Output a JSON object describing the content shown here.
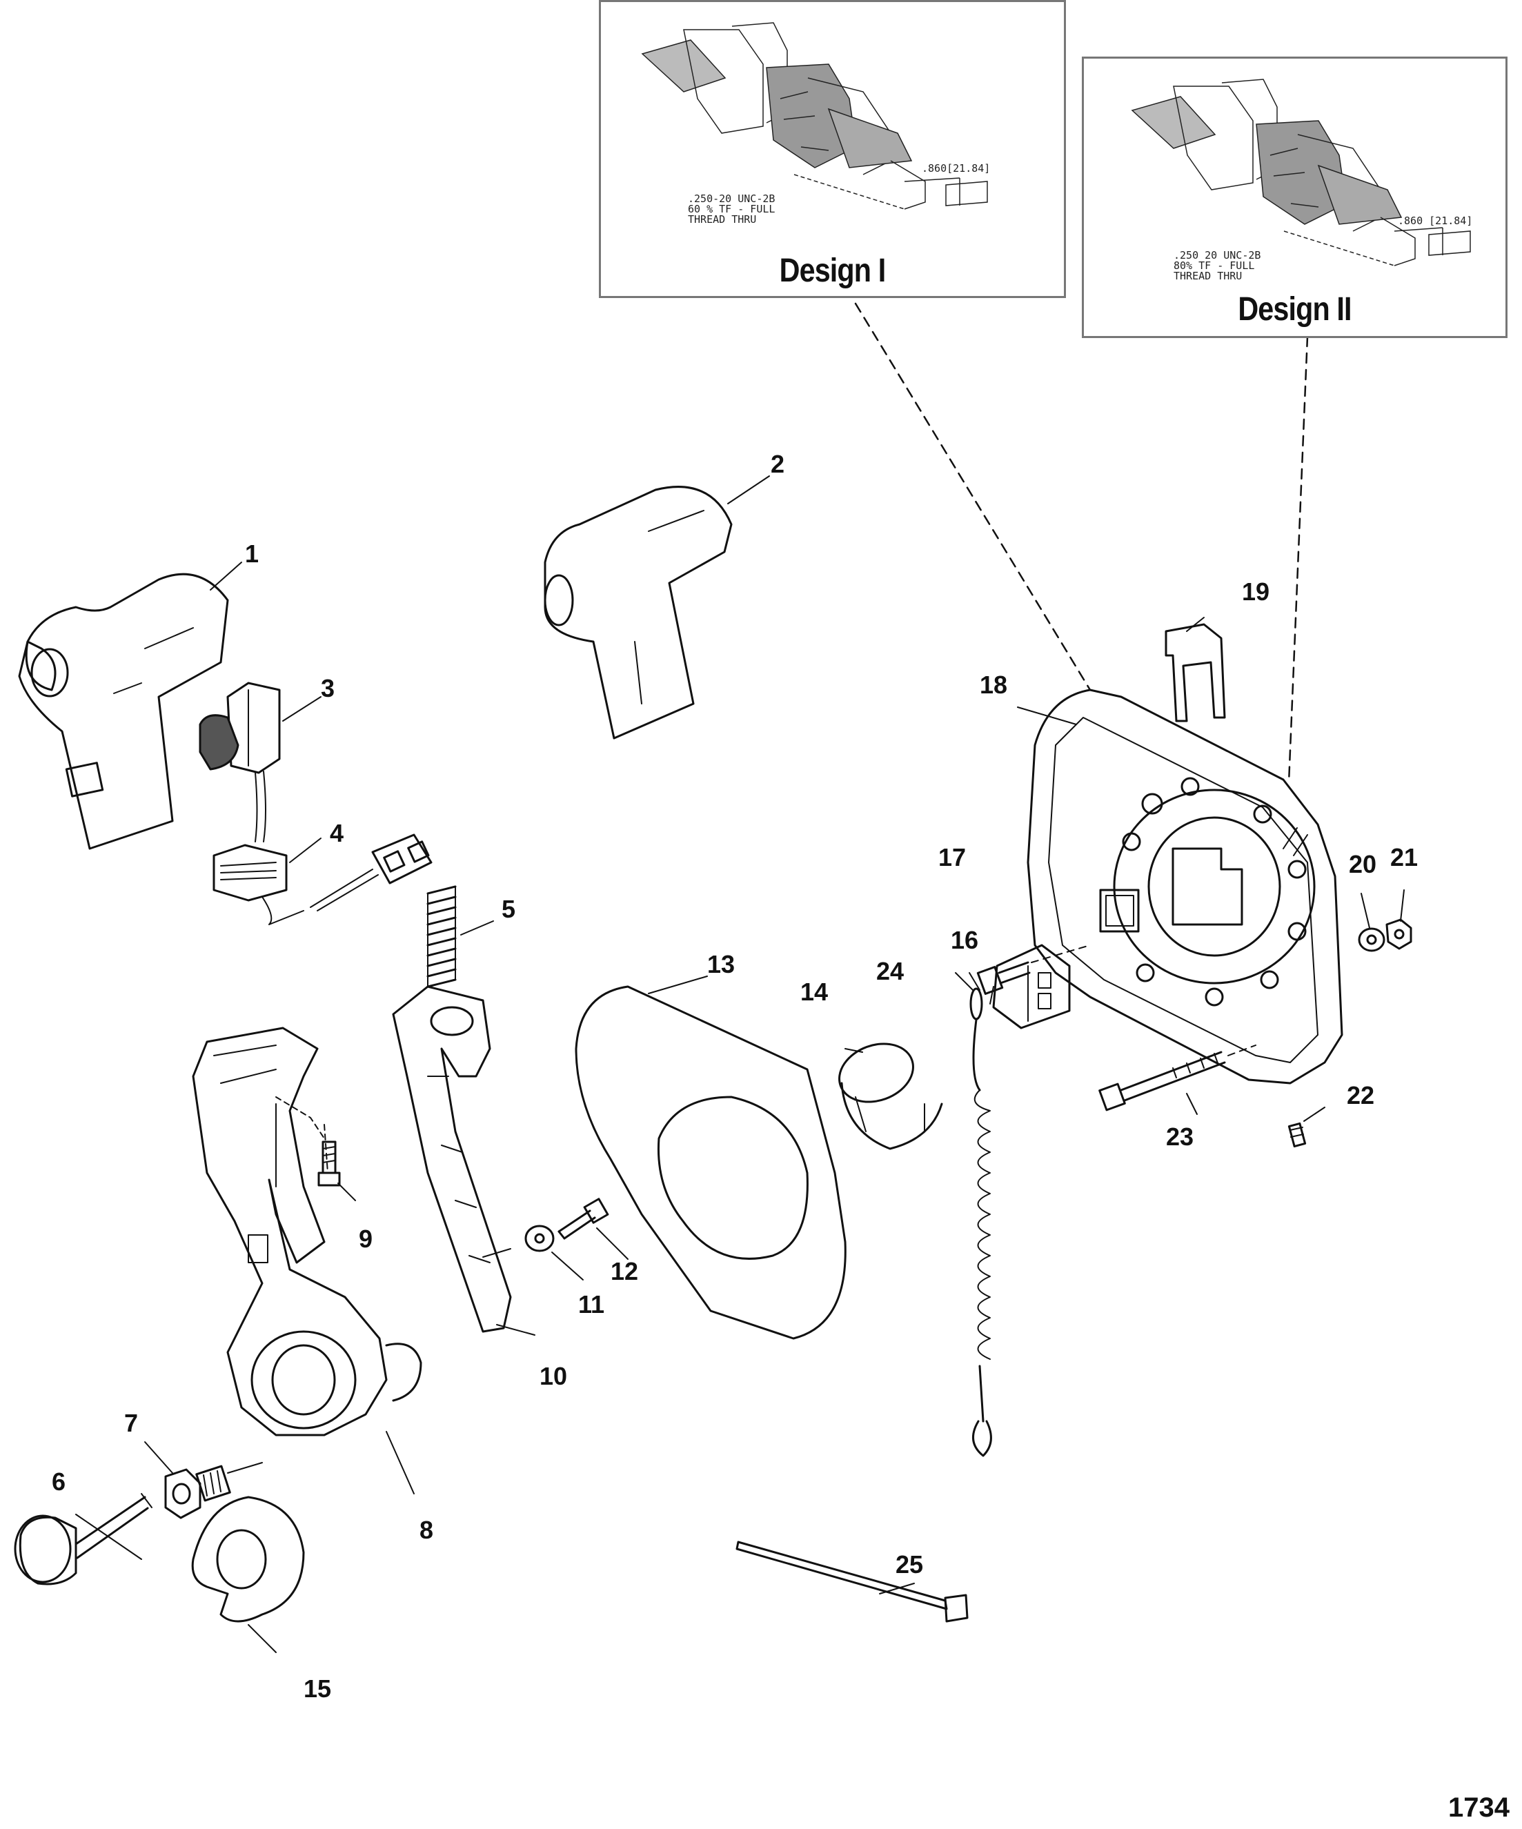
{
  "insets": [
    {
      "title": "Design I",
      "notes": [
        ".250-20 UNC-2B",
        "60 % TF - FULL",
        "THREAD THRU"
      ],
      "dimension": ".860[21.84]"
    },
    {
      "title": "Design II",
      "notes": [
        ".250 20 UNC-2B",
        "80% TF - FULL",
        "THREAD THRU"
      ],
      "dimension": ".860 [21.84]"
    }
  ],
  "callouts": [
    "1",
    "2",
    "3",
    "4",
    "5",
    "6",
    "7",
    "8",
    "9",
    "10",
    "11",
    "12",
    "13",
    "14",
    "15",
    "16",
    "17",
    "18",
    "19",
    "20",
    "21",
    "22",
    "23",
    "24",
    "25"
  ],
  "figure_id": "1734"
}
